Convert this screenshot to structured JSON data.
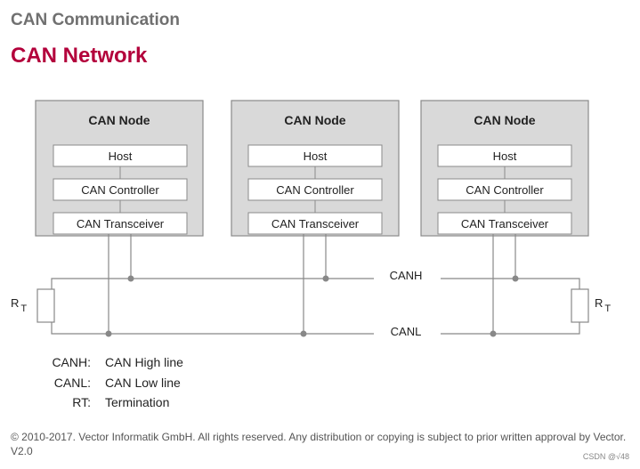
{
  "header": {
    "section": "CAN Communication",
    "title": "CAN Network"
  },
  "nodes": [
    {
      "title": "CAN Node",
      "host": "Host",
      "controller": "CAN Controller",
      "transceiver": "CAN Transceiver"
    },
    {
      "title": "CAN Node",
      "host": "Host",
      "controller": "CAN Controller",
      "transceiver": "CAN Transceiver"
    },
    {
      "title": "CAN Node",
      "host": "Host",
      "controller": "CAN Controller",
      "transceiver": "CAN Transceiver"
    }
  ],
  "bus": {
    "canh_label": "CANH",
    "canl_label": "CANL",
    "rt_main": "R",
    "rt_sub": "T"
  },
  "legend": [
    {
      "key": "CANH:",
      "value": "CAN High line"
    },
    {
      "key": "CANL:",
      "value": "CAN Low line"
    },
    {
      "key": "RT:",
      "value": "Termination"
    }
  ],
  "footer": {
    "copyright": "© 2010-2017. Vector Informatik GmbH. All rights reserved. Any distribution or copying is subject to prior written approval by Vector. V2.0",
    "watermark": "CSDN @√48"
  },
  "colors": {
    "accent": "#b3003b",
    "node_fill": "#d9d9d9",
    "line": "#888888",
    "node_stroke": "#8a8a8a"
  }
}
